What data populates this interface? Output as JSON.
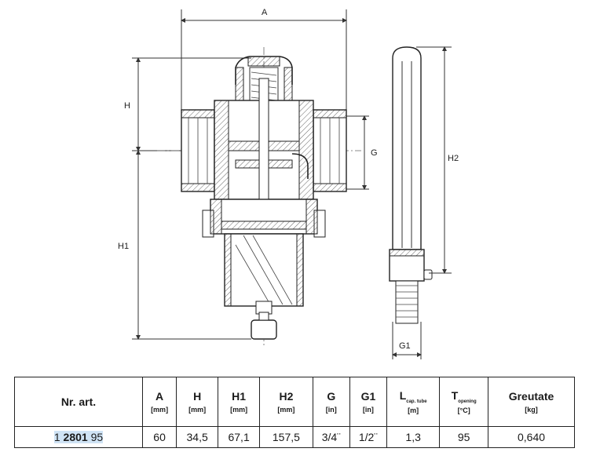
{
  "drawing": {
    "labels": {
      "a": "A",
      "h": "H",
      "h1": "H1",
      "h2": "H2",
      "g": "G",
      "g1": "G1"
    }
  },
  "table": {
    "headers": [
      {
        "main": "Nr. art.",
        "unit": ""
      },
      {
        "main": "A",
        "unit": "[mm]"
      },
      {
        "main": "H",
        "unit": "[mm]"
      },
      {
        "main": "H1",
        "unit": "[mm]"
      },
      {
        "main": "H2",
        "unit": "[mm]"
      },
      {
        "main": "G",
        "unit": "[in]"
      },
      {
        "main": "G1",
        "unit": "[in]"
      },
      {
        "main": "L",
        "sub": "cap. tube",
        "unit": "[m]"
      },
      {
        "main": "T",
        "sub": "opening",
        "unit": "[°C]"
      },
      {
        "main": "Greutate",
        "unit": "[kg]"
      }
    ],
    "row": {
      "art_prefix": "1",
      "art_core": "2801",
      "art_suffix": "95",
      "values": [
        "60",
        "34,5",
        "67,1",
        "157,5",
        "3/4¨",
        "1/2¨",
        "1,3",
        "95",
        "0,640"
      ]
    }
  }
}
